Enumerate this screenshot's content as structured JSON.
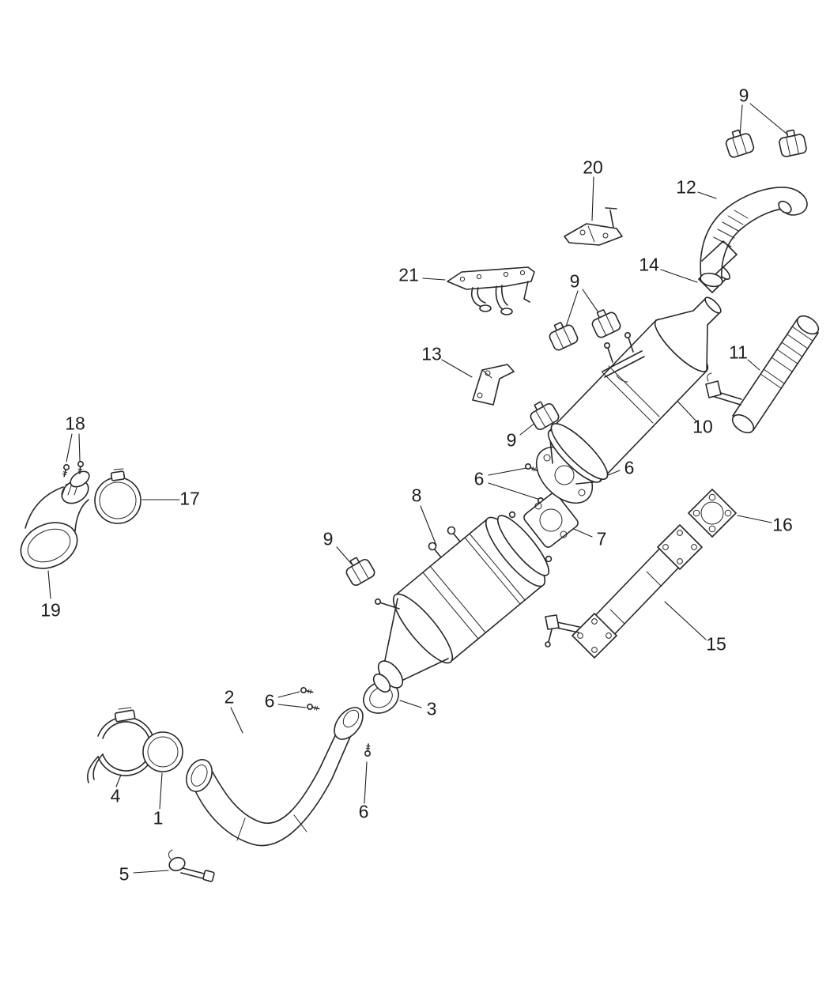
{
  "figure": {
    "background": "#ffffff",
    "line_color": "#2a2725",
    "label_color": "#1d1d1b"
  },
  "callouts": [
    {
      "label": "9"
    },
    {
      "label": "20"
    },
    {
      "label": "12"
    },
    {
      "label": "21"
    },
    {
      "label": "14"
    },
    {
      "label": "9"
    },
    {
      "label": "11"
    },
    {
      "label": "13"
    },
    {
      "label": "10"
    },
    {
      "label": "9"
    },
    {
      "label": "18"
    },
    {
      "label": "17"
    },
    {
      "label": "6"
    },
    {
      "label": "6"
    },
    {
      "label": "8"
    },
    {
      "label": "7"
    },
    {
      "label": "16"
    },
    {
      "label": "9"
    },
    {
      "label": "19"
    },
    {
      "label": "15"
    },
    {
      "label": "2"
    },
    {
      "label": "6"
    },
    {
      "label": "3"
    },
    {
      "label": "4"
    },
    {
      "label": "1"
    },
    {
      "label": "6"
    },
    {
      "label": "5"
    }
  ]
}
